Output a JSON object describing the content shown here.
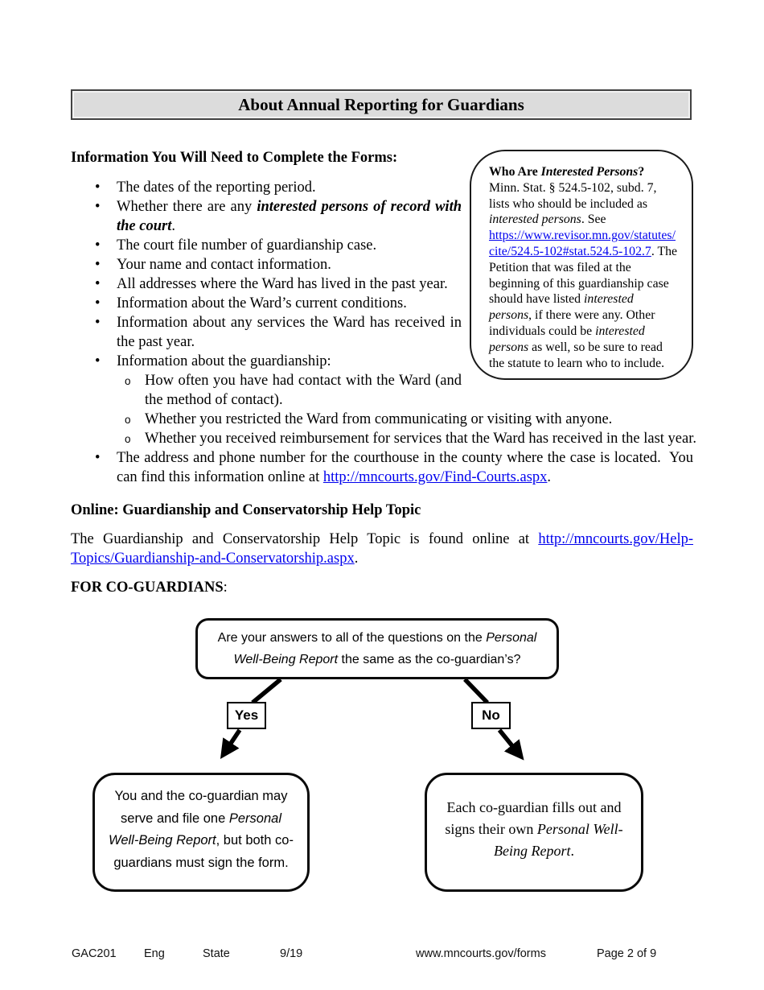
{
  "colors": {
    "link": "#0000EE",
    "title_bar_background": "#DCDCDC",
    "box_border": "#000000"
  },
  "page": {
    "title": "About Annual Reporting for Guardians"
  },
  "sidebar_note": {
    "title_pre": "Who Are ",
    "title_emph": "Interested Persons",
    "title_post": "?",
    "body_1": "Minn. Stat. § 524.5-102, subd. 7, lists who should be included as ",
    "body_emph_1": "interested persons",
    "body_2": ". See ",
    "link": "https://www.revisor.mn.gov/statutes/cite/524.5-102#stat.524.5-102.7",
    "body_3": ". The Petition that was filed at the beginning of this guardianship case should have listed ",
    "body_emph_2": "interested persons",
    "body_4": ", if there were any. Other individuals could be ",
    "body_emph_3": "interested persons",
    "body_5": " as well, so be sure to read the statute to learn who to include."
  },
  "info_section": {
    "heading": "Information You Will Need to Complete the Forms:",
    "bullets": [
      {
        "text": "The dates of the reporting period."
      },
      {
        "pre": "Whether there are any ",
        "emph": "interested persons of record with the court",
        "post": "."
      },
      {
        "text": "The court file number of guardianship case."
      },
      {
        "text": "Your name and contact information."
      },
      {
        "text": "All addresses where the Ward has lived in the past year."
      },
      {
        "text": "Information about the Ward’s current conditions."
      },
      {
        "text": "Information about any services the Ward has received in the past year."
      },
      {
        "text": "Information about the guardianship:"
      }
    ],
    "sub_bullets": [
      {
        "text": "How often you have had contact with the Ward (and the method of contact)."
      },
      {
        "text": "Whether you restricted the Ward from communicating or visiting with anyone."
      },
      {
        "text": "Whether you received reimbursement for services that the Ward has received in the last year."
      }
    ],
    "last_bullet": {
      "pre": "The address and phone number for the courthouse in the county where the case is located.  You can find this information online at ",
      "link": "http://mncourts.gov/Find-Courts.aspx",
      "post": "."
    }
  },
  "online_section": {
    "heading": "Online: Guardianship and Conservatorship Help Topic",
    "para_pre": "The Guardianship and Conservatorship Help Topic is found online at ",
    "link": "http://mncourts.gov/Help-Topics/Guardianship-and-Conservatorship.aspx",
    "para_post": "."
  },
  "coguardians_section": {
    "heading": "FOR CO-GUARDIANS",
    "colon": ":"
  },
  "flowchart": {
    "question_pre": "Are your answers to all of the questions on the ",
    "question_emph": "Personal Well-Being Report",
    "question_post": " the same as the co-guardian’s?",
    "yes_label": "Yes",
    "no_label": "No",
    "yes_outcome": {
      "pre": "You and the co-guardian may serve and file one ",
      "emph": "Personal Well-Being Report",
      "post": ", but both co-guardians must sign the form."
    },
    "no_outcome": {
      "pre": "Each co-guardian fills out and signs their own ",
      "emph": "Personal Well-Being Report",
      "post": "."
    }
  },
  "footer": {
    "form_number": "GAC201",
    "language": "Eng",
    "jurisdiction": "State",
    "revision_date": "9/19",
    "website": "www.mncourts.gov/forms",
    "page_number": "Page 2 of 9"
  }
}
